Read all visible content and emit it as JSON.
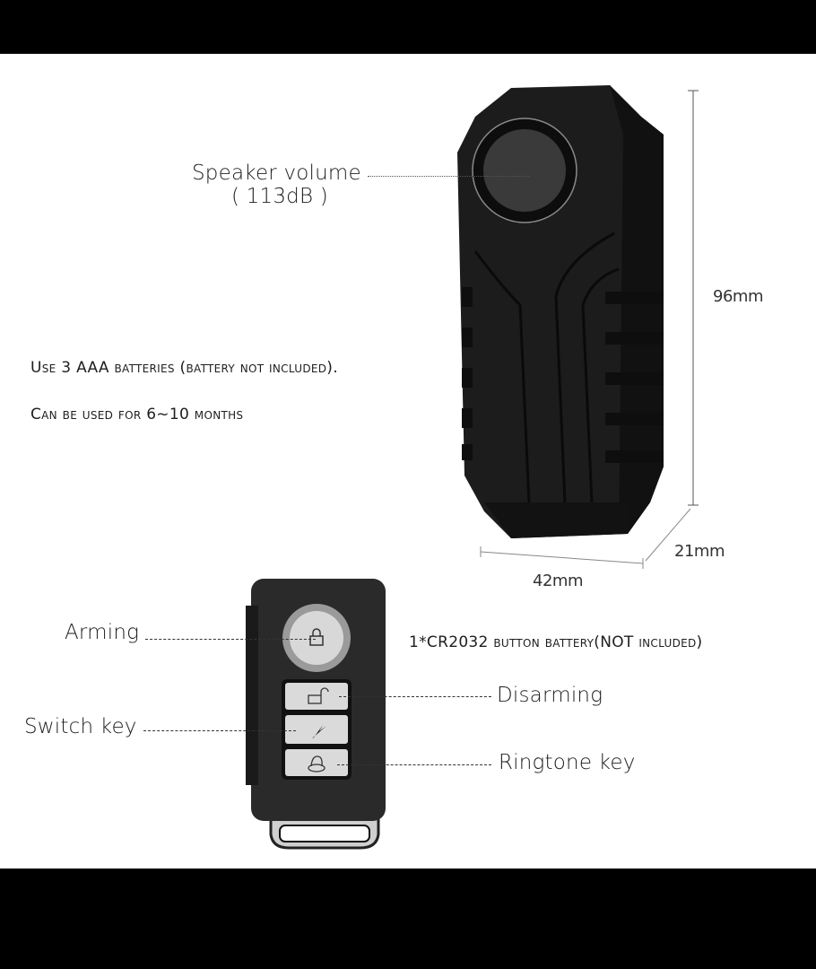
{
  "siren": {
    "speaker_label": "Speaker volume",
    "speaker_value": "( 113dB )",
    "battery_note": "Use 3 AAA batteries (battery not included).",
    "duration_note": "Can be used for 6~10 months",
    "dimensions": {
      "height": "96mm",
      "width": "42mm",
      "depth": "21mm"
    }
  },
  "remote": {
    "battery_note": "1*CR2032 button battery(NOT included)",
    "buttons": [
      {
        "label": "Arming",
        "icon": "lock-closed-icon"
      },
      {
        "label": "Disarming",
        "icon": "lock-open-icon"
      },
      {
        "label": "Switch key",
        "icon": "lightning-icon"
      },
      {
        "label": "Ringtone key",
        "icon": "bell-icon"
      }
    ]
  },
  "colors": {
    "background": "#000000",
    "panel": "#ffffff",
    "device": "#1c1c1c",
    "text": "#1e1e1e"
  }
}
